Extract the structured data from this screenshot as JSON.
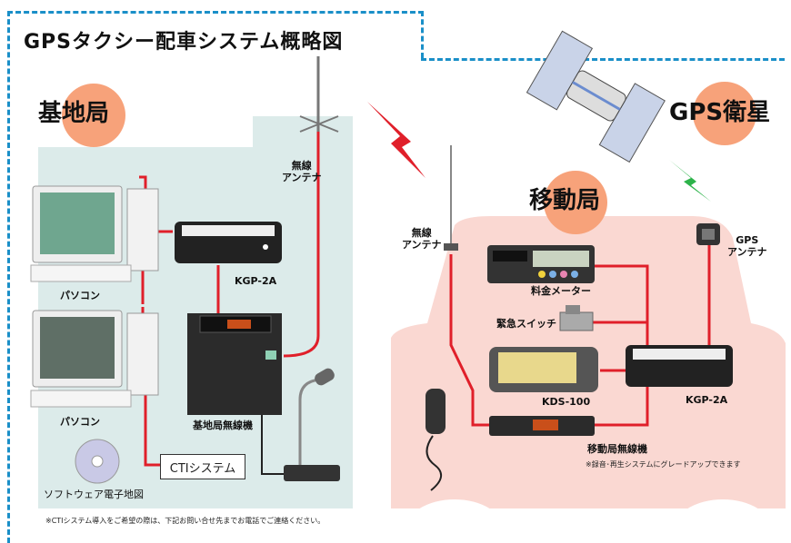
{
  "title": "GPSタクシー配車システム概略図",
  "sections": {
    "base_station": "基地局",
    "mobile_station": "移動局",
    "gps_satellite": "GPS衛星"
  },
  "labels": {
    "radio_antenna_base": [
      "無線",
      "アンテナ"
    ],
    "radio_antenna_mobile": [
      "無線",
      "アンテナ"
    ],
    "gps_antenna": [
      "GPS",
      "アンテナ"
    ],
    "pc_1": "パソコン",
    "pc_2": "パソコン",
    "kgp_base": "KGP-2A",
    "base_radio": "基地局無線機",
    "cti_system": "CTIシステム",
    "software_map": "ソフトウェア電子地図",
    "fare_meter": "料金メーター",
    "emergency_switch": "緊急スイッチ",
    "kds": "KDS-100",
    "kgp_mobile": "KGP-2A",
    "mobile_radio": "移動局無線機",
    "upgrade_note": "※録音･再生システムにグレードアップできます",
    "footer_note": "※CTIシステム導入をご希望の際は、下記お問い合せ先までお電話でご連絡ください。"
  },
  "colors": {
    "accent_border": "#1a8fc8",
    "base_bg": "#dcebea",
    "mobile_bg": "#fad8d2",
    "connection_line": "#e01f2a",
    "section_circle": "#f7a27a",
    "signal_red": "#e01f2a",
    "signal_green": "#2db34a"
  },
  "icons": [
    "antenna-icon",
    "computer-icon",
    "radio-unit-icon",
    "microphone-icon",
    "cd-icon",
    "satellite-icon",
    "taxi-meter-icon",
    "switch-icon",
    "display-unit-icon",
    "gps-antenna-icon",
    "handset-icon",
    "lightning-icon"
  ]
}
